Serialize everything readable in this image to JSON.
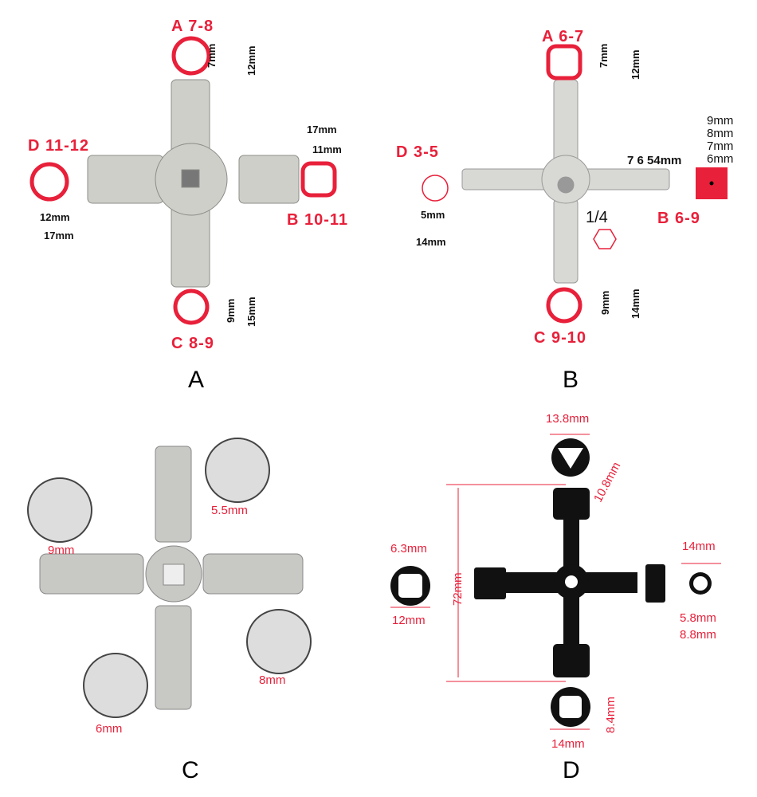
{
  "colors": {
    "accent": "#e8203a",
    "silver": "#c9c9c4",
    "black": "#111111"
  },
  "panels": {
    "a": {
      "caption": "A",
      "labels": {
        "a": "A 7-8",
        "b": "B 10-11",
        "c": "C 8-9",
        "d": "D 11-12"
      },
      "dims": {
        "a_inner": "7mm",
        "a_outer": "12mm",
        "b_outer": "17mm",
        "b_inner": "11mm",
        "c_inner": "9mm",
        "c_outer": "15mm",
        "d_inner": "12mm",
        "d_outer": "17mm"
      }
    },
    "b": {
      "caption": "B",
      "labels": {
        "a": "A 6-7",
        "b": "B 6-9",
        "c": "C 9-10",
        "d": "D 3-5",
        "hex": "1/4"
      },
      "dims": {
        "a_inner": "7mm",
        "a_outer": "12mm",
        "d_inner": "5mm",
        "d_outer": "14mm",
        "c_inner": "9mm",
        "c_outer": "14mm",
        "steps": "7 6 54mm",
        "sq9": "9mm",
        "sq8": "8mm",
        "sq7": "7mm",
        "sq6": "6mm"
      }
    },
    "c": {
      "caption": "C",
      "dims": {
        "tri": "9mm",
        "round": "5.5mm",
        "square": "8mm",
        "small": "6mm"
      }
    },
    "d": {
      "caption": "D",
      "dims": {
        "tri_w": "13.8mm",
        "tri_side": "10.8mm",
        "length": "72mm",
        "sq_inner": "6.3mm",
        "sq_outer": "12mm",
        "ring_outer": "14mm",
        "ring_inner": "5.8mm",
        "ring_mid": "8.8mm",
        "bottom_inner": "8.4mm",
        "bottom_outer": "14mm"
      }
    }
  }
}
